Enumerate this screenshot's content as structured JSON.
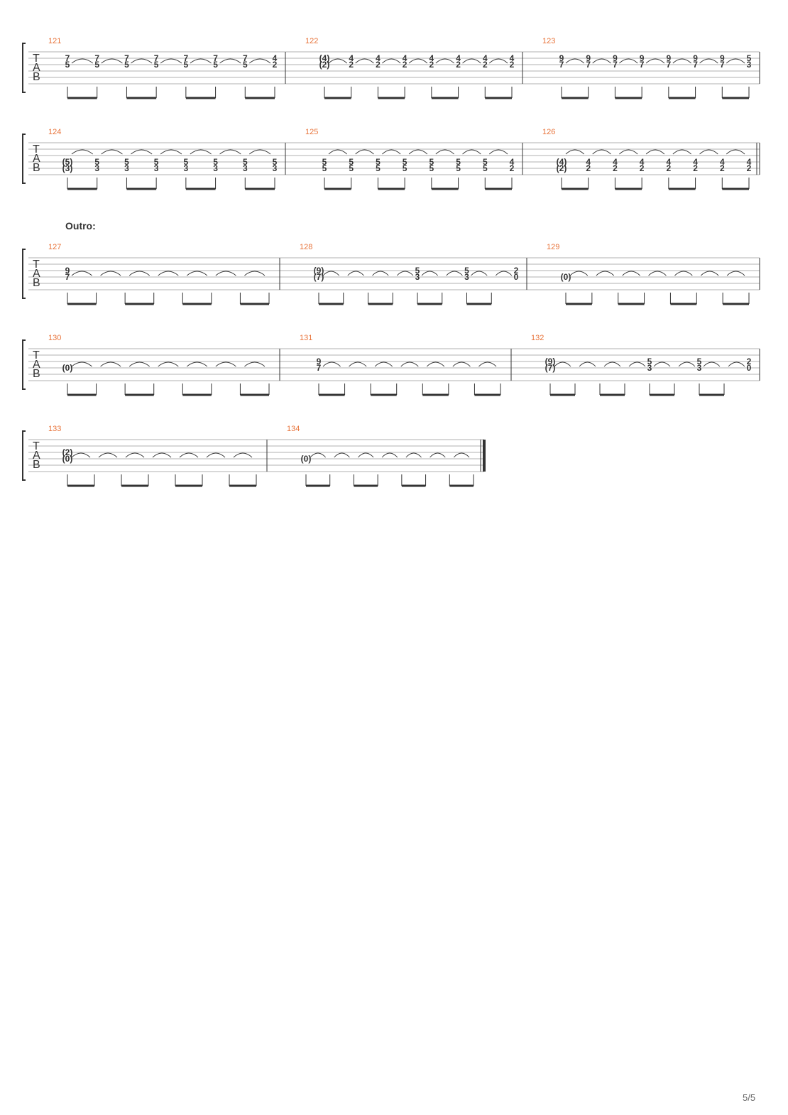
{
  "section_label": "Outro:",
  "page_number": "5/5",
  "colors": {
    "bar_number": "#e8743b",
    "staff": "#999999",
    "ink": "#333333"
  },
  "clef_letters": [
    "T",
    "A",
    "B"
  ],
  "systems": [
    {
      "bars": [
        {
          "number": "121",
          "beats": [
            {
              "notes": [
                [
                  2,
                  "7"
                ],
                [
                  3,
                  "5"
                ]
              ]
            },
            {
              "notes": [
                [
                  2,
                  "7"
                ],
                [
                  3,
                  "5"
                ]
              ]
            },
            {
              "notes": [
                [
                  2,
                  "7"
                ],
                [
                  3,
                  "5"
                ]
              ]
            },
            {
              "notes": [
                [
                  2,
                  "7"
                ],
                [
                  3,
                  "5"
                ]
              ]
            },
            {
              "notes": [
                [
                  2,
                  "7"
                ],
                [
                  3,
                  "5"
                ]
              ]
            },
            {
              "notes": [
                [
                  2,
                  "7"
                ],
                [
                  3,
                  "5"
                ]
              ]
            },
            {
              "notes": [
                [
                  2,
                  "7"
                ],
                [
                  3,
                  "5"
                ]
              ]
            },
            {
              "notes": [
                [
                  2,
                  "4"
                ],
                [
                  3,
                  "2"
                ]
              ]
            }
          ]
        },
        {
          "number": "122",
          "beats": [
            {
              "notes": [
                [
                  2,
                  "(4)"
                ],
                [
                  3,
                  "(2)"
                ]
              ]
            },
            {
              "notes": [
                [
                  2,
                  "4"
                ],
                [
                  3,
                  "2"
                ]
              ]
            },
            {
              "notes": [
                [
                  2,
                  "4"
                ],
                [
                  3,
                  "2"
                ]
              ]
            },
            {
              "notes": [
                [
                  2,
                  "4"
                ],
                [
                  3,
                  "2"
                ]
              ]
            },
            {
              "notes": [
                [
                  2,
                  "4"
                ],
                [
                  3,
                  "2"
                ]
              ]
            },
            {
              "notes": [
                [
                  2,
                  "4"
                ],
                [
                  3,
                  "2"
                ]
              ]
            },
            {
              "notes": [
                [
                  2,
                  "4"
                ],
                [
                  3,
                  "2"
                ]
              ]
            },
            {
              "notes": [
                [
                  2,
                  "4"
                ],
                [
                  3,
                  "2"
                ]
              ]
            }
          ]
        },
        {
          "number": "123",
          "beats": [
            {
              "notes": [
                [
                  2,
                  "9"
                ],
                [
                  3,
                  "7"
                ]
              ]
            },
            {
              "notes": [
                [
                  2,
                  "9"
                ],
                [
                  3,
                  "7"
                ]
              ]
            },
            {
              "notes": [
                [
                  2,
                  "9"
                ],
                [
                  3,
                  "7"
                ]
              ]
            },
            {
              "notes": [
                [
                  2,
                  "9"
                ],
                [
                  3,
                  "7"
                ]
              ]
            },
            {
              "notes": [
                [
                  2,
                  "9"
                ],
                [
                  3,
                  "7"
                ]
              ]
            },
            {
              "notes": [
                [
                  2,
                  "9"
                ],
                [
                  3,
                  "7"
                ]
              ]
            },
            {
              "notes": [
                [
                  2,
                  "9"
                ],
                [
                  3,
                  "7"
                ]
              ]
            },
            {
              "notes": [
                [
                  2,
                  "5"
                ],
                [
                  3,
                  "3"
                ]
              ]
            }
          ]
        }
      ]
    },
    {
      "bars": [
        {
          "number": "124",
          "beats": [
            {
              "notes": [
                [
                  4,
                  "(5)"
                ],
                [
                  5,
                  "(3)"
                ]
              ]
            },
            {
              "notes": [
                [
                  4,
                  "5"
                ],
                [
                  5,
                  "3"
                ]
              ]
            },
            {
              "notes": [
                [
                  4,
                  "5"
                ],
                [
                  5,
                  "3"
                ]
              ]
            },
            {
              "notes": [
                [
                  4,
                  "5"
                ],
                [
                  5,
                  "3"
                ]
              ]
            },
            {
              "notes": [
                [
                  4,
                  "5"
                ],
                [
                  5,
                  "3"
                ]
              ]
            },
            {
              "notes": [
                [
                  4,
                  "5"
                ],
                [
                  5,
                  "3"
                ]
              ]
            },
            {
              "notes": [
                [
                  4,
                  "5"
                ],
                [
                  5,
                  "3"
                ]
              ]
            },
            {
              "notes": [
                [
                  4,
                  "5"
                ],
                [
                  5,
                  "3"
                ]
              ]
            }
          ]
        },
        {
          "number": "125",
          "beats": [
            {
              "notes": [
                [
                  4,
                  "5"
                ],
                [
                  5,
                  "5"
                ]
              ]
            },
            {
              "notes": [
                [
                  4,
                  "5"
                ],
                [
                  5,
                  "5"
                ]
              ]
            },
            {
              "notes": [
                [
                  4,
                  "5"
                ],
                [
                  5,
                  "5"
                ]
              ]
            },
            {
              "notes": [
                [
                  4,
                  "5"
                ],
                [
                  5,
                  "5"
                ]
              ]
            },
            {
              "notes": [
                [
                  4,
                  "5"
                ],
                [
                  5,
                  "5"
                ]
              ]
            },
            {
              "notes": [
                [
                  4,
                  "5"
                ],
                [
                  5,
                  "5"
                ]
              ]
            },
            {
              "notes": [
                [
                  4,
                  "5"
                ],
                [
                  5,
                  "5"
                ]
              ]
            },
            {
              "notes": [
                [
                  4,
                  "4"
                ],
                [
                  5,
                  "2"
                ]
              ]
            }
          ]
        },
        {
          "number": "126",
          "beats": [
            {
              "notes": [
                [
                  4,
                  "(4)"
                ],
                [
                  5,
                  "(2)"
                ]
              ]
            },
            {
              "notes": [
                [
                  4,
                  "4"
                ],
                [
                  5,
                  "2"
                ]
              ]
            },
            {
              "notes": [
                [
                  4,
                  "4"
                ],
                [
                  5,
                  "2"
                ]
              ]
            },
            {
              "notes": [
                [
                  4,
                  "4"
                ],
                [
                  5,
                  "2"
                ]
              ]
            },
            {
              "notes": [
                [
                  4,
                  "4"
                ],
                [
                  5,
                  "2"
                ]
              ]
            },
            {
              "notes": [
                [
                  4,
                  "4"
                ],
                [
                  5,
                  "2"
                ]
              ]
            },
            {
              "notes": [
                [
                  4,
                  "4"
                ],
                [
                  5,
                  "2"
                ]
              ]
            },
            {
              "notes": [
                [
                  4,
                  "4"
                ],
                [
                  5,
                  "2"
                ]
              ]
            }
          ]
        }
      ]
    },
    {
      "bars": [
        {
          "number": "127",
          "beats": [
            {
              "notes": [
                [
                  3,
                  "9"
                ],
                [
                  4,
                  "7"
                ]
              ]
            },
            {
              "notes": []
            },
            {
              "notes": []
            },
            {
              "notes": []
            },
            {
              "notes": []
            },
            {
              "notes": []
            },
            {
              "notes": []
            },
            {
              "notes": []
            }
          ]
        },
        {
          "number": "128",
          "beats": [
            {
              "notes": [
                [
                  3,
                  "(9)"
                ],
                [
                  4,
                  "(7)"
                ]
              ]
            },
            {
              "notes": []
            },
            {
              "notes": []
            },
            {
              "notes": []
            },
            {
              "notes": [
                [
                  3,
                  "5"
                ],
                [
                  4,
                  "3"
                ]
              ]
            },
            {
              "notes": []
            },
            {
              "notes": [
                [
                  3,
                  "5"
                ],
                [
                  4,
                  "3"
                ]
              ]
            },
            {
              "notes": []
            },
            {
              "notes": [
                [
                  3,
                  "2"
                ],
                [
                  4,
                  "0"
                ]
              ]
            }
          ]
        },
        {
          "number": "129",
          "beats": [
            {
              "notes": [
                [
                  4,
                  "(0)"
                ]
              ]
            },
            {
              "notes": []
            },
            {
              "notes": []
            },
            {
              "notes": []
            },
            {
              "notes": []
            },
            {
              "notes": []
            },
            {
              "notes": []
            },
            {
              "notes": []
            }
          ]
        }
      ]
    },
    {
      "bars": [
        {
          "number": "130",
          "beats": [
            {
              "notes": [
                [
                  4,
                  "(0)"
                ]
              ]
            },
            {
              "notes": []
            },
            {
              "notes": []
            },
            {
              "notes": []
            },
            {
              "notes": []
            },
            {
              "notes": []
            },
            {
              "notes": []
            },
            {
              "notes": []
            }
          ]
        },
        {
          "number": "131",
          "beats": [
            {
              "notes": [
                [
                  3,
                  "9"
                ],
                [
                  4,
                  "7"
                ]
              ]
            },
            {
              "notes": []
            },
            {
              "notes": []
            },
            {
              "notes": []
            },
            {
              "notes": []
            },
            {
              "notes": []
            },
            {
              "notes": []
            },
            {
              "notes": []
            }
          ]
        },
        {
          "number": "132",
          "beats": [
            {
              "notes": [
                [
                  3,
                  "(9)"
                ],
                [
                  4,
                  "(7)"
                ]
              ]
            },
            {
              "notes": []
            },
            {
              "notes": []
            },
            {
              "notes": []
            },
            {
              "notes": [
                [
                  3,
                  "5"
                ],
                [
                  4,
                  "3"
                ]
              ]
            },
            {
              "notes": []
            },
            {
              "notes": [
                [
                  3,
                  "5"
                ],
                [
                  4,
                  "3"
                ]
              ]
            },
            {
              "notes": []
            },
            {
              "notes": [
                [
                  3,
                  "2"
                ],
                [
                  4,
                  "0"
                ]
              ]
            }
          ]
        }
      ]
    },
    {
      "bars": [
        {
          "number": "133",
          "beats": [
            {
              "notes": [
                [
                  3,
                  "(2)"
                ],
                [
                  4,
                  "(0)"
                ]
              ]
            },
            {
              "notes": []
            },
            {
              "notes": []
            },
            {
              "notes": []
            },
            {
              "notes": []
            },
            {
              "notes": []
            },
            {
              "notes": []
            },
            {
              "notes": []
            }
          ]
        },
        {
          "number": "134",
          "beats": [
            {
              "notes": [
                [
                  4,
                  "(0)"
                ]
              ]
            },
            {
              "notes": []
            },
            {
              "notes": []
            },
            {
              "notes": []
            },
            {
              "notes": []
            },
            {
              "notes": []
            },
            {
              "notes": []
            },
            {
              "notes": []
            }
          ]
        }
      ]
    }
  ]
}
